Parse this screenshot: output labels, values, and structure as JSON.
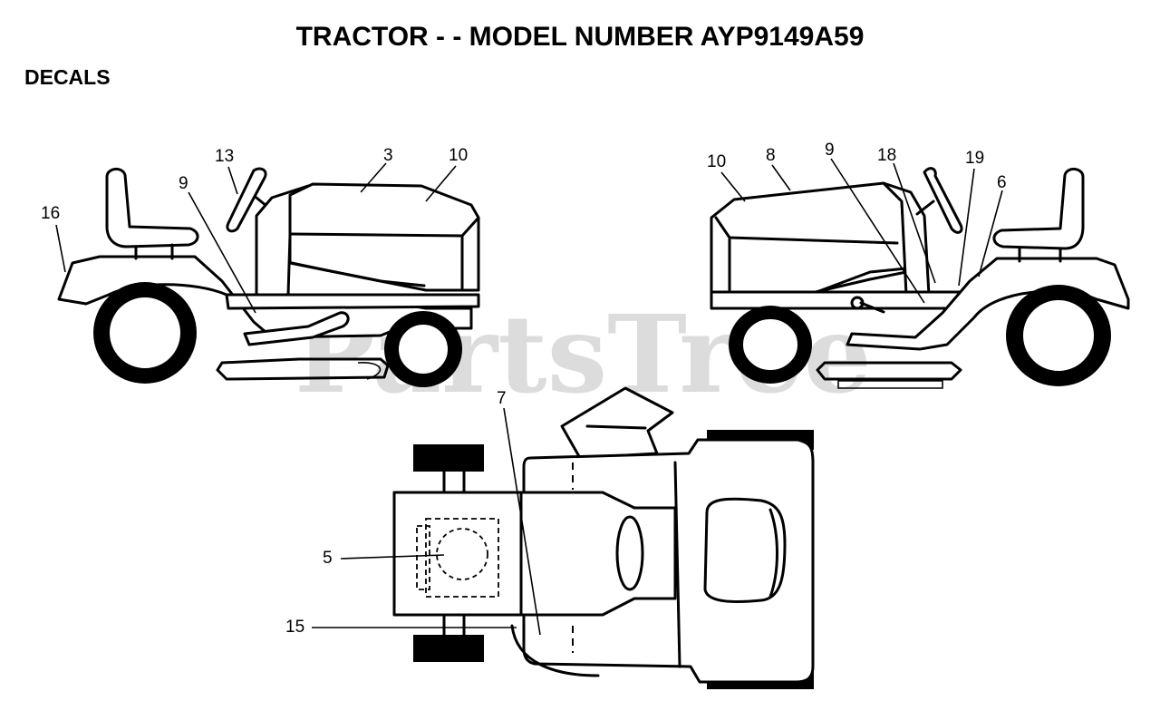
{
  "header": {
    "title": "TRACTOR - - MODEL NUMBER AYP9149A59",
    "section": "DECALS"
  },
  "watermark": "PartsTree",
  "callouts": {
    "left_view": {
      "c16": "16",
      "c13": "13",
      "c9": "9",
      "c3": "3",
      "c10": "10"
    },
    "right_view": {
      "c10": "10",
      "c8": "8",
      "c9": "9",
      "c18": "18",
      "c19": "19",
      "c6": "6"
    },
    "top_view": {
      "c7": "7",
      "c5": "5",
      "c15": "15"
    }
  },
  "colors": {
    "line": "#000000",
    "background": "#ffffff",
    "watermark": "#dcdcdc"
  }
}
